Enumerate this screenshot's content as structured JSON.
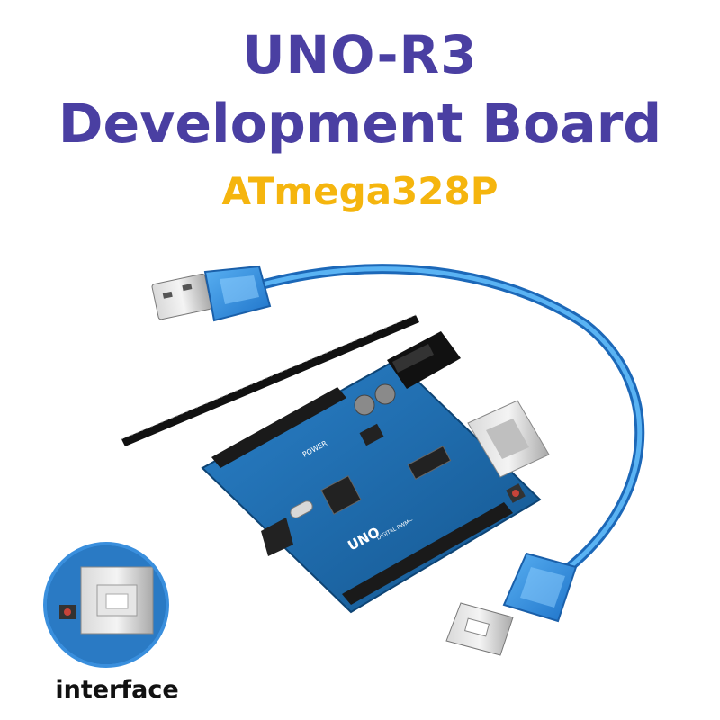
{
  "header": {
    "title_line1": "UNO-R3",
    "title_line2": "Development Board",
    "subtitle": "ATmega328P"
  },
  "board": {
    "label_uno": "UNO",
    "label_power": "POWER",
    "label_digital": "DIGITAL PWM~"
  },
  "inset": {
    "label": "interface"
  },
  "colors": {
    "title": "#4a3fa2",
    "subtitle": "#f5b50e",
    "board": "#1f6fb8",
    "cable": "#2f8fe0"
  }
}
